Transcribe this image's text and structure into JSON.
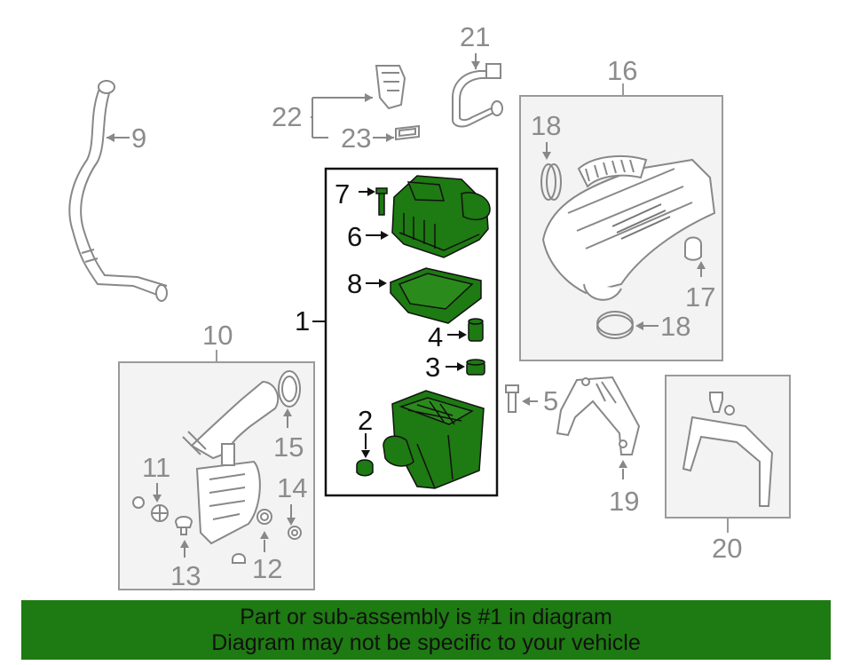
{
  "callouts": {
    "c1": "1",
    "c2": "2",
    "c3": "3",
    "c4": "4",
    "c5": "5",
    "c6": "6",
    "c7": "7",
    "c8": "8",
    "c9": "9",
    "c10": "10",
    "c11": "11",
    "c12": "12",
    "c13": "13",
    "c14": "14",
    "c15": "15",
    "c16": "16",
    "c17": "17",
    "c18a": "18",
    "c18b": "18",
    "c19": "19",
    "c20": "20",
    "c21": "21",
    "c22": "22",
    "c23": "23"
  },
  "banner": {
    "line1": "Part or sub-assembly is #1 in diagram",
    "line2": "Diagram may not be specific to your vehicle"
  },
  "colors": {
    "highlight": "#1e7a12",
    "part_line": "#9a9a9a",
    "box_gray": "#9a9a9a",
    "box_dark": "#111111"
  }
}
